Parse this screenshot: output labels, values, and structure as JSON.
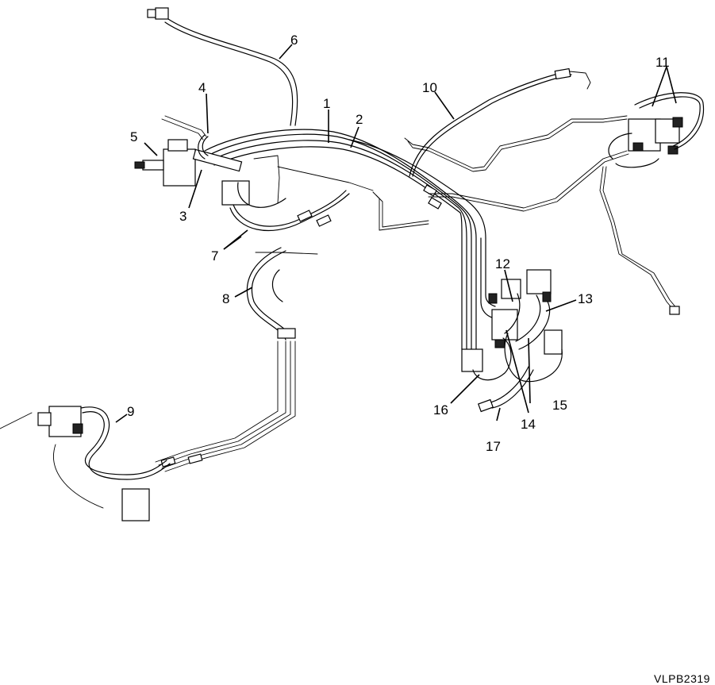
{
  "callouts": [
    {
      "id": "c1",
      "text": "1"
    },
    {
      "id": "c2",
      "text": "2"
    },
    {
      "id": "c3",
      "text": "3"
    },
    {
      "id": "c4",
      "text": "4"
    },
    {
      "id": "c5",
      "text": "5"
    },
    {
      "id": "c6",
      "text": "6"
    },
    {
      "id": "c7",
      "text": "7"
    },
    {
      "id": "c8",
      "text": "8"
    },
    {
      "id": "c9",
      "text": "9"
    },
    {
      "id": "c10",
      "text": "10"
    },
    {
      "id": "c11",
      "text": "11"
    },
    {
      "id": "c12",
      "text": "12"
    },
    {
      "id": "c13",
      "text": "13"
    },
    {
      "id": "c14",
      "text": "14"
    },
    {
      "id": "c15",
      "text": "15"
    },
    {
      "id": "c16",
      "text": "16"
    },
    {
      "id": "c17",
      "text": "17"
    }
  ],
  "figure_ref": "VLPB2319"
}
